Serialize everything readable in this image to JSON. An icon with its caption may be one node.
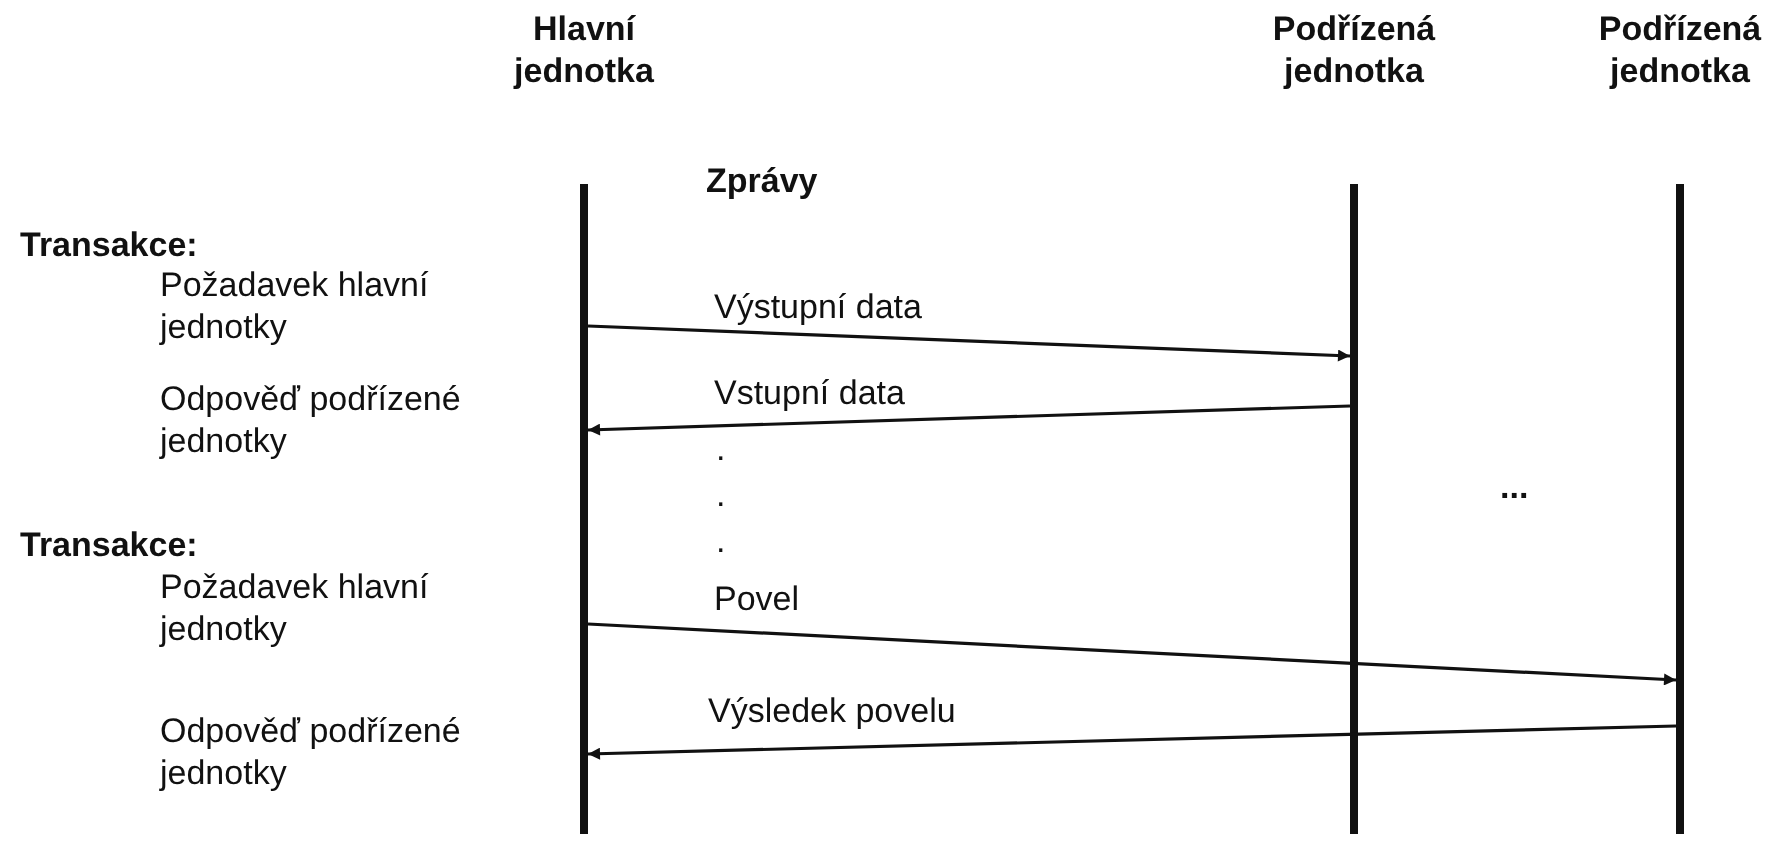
{
  "diagram": {
    "nodes": [
      {
        "text": [
          "Hlavní jednotka"
        ]
      },
      {
        "text": [
          "Podřízená jednotka"
        ]
      },
      {
        "text": [
          "Podřízená jednotka"
        ]
      }
    ],
    "edges": [
      {
        "from": 0,
        "to": 1,
        "arrow": "to",
        "label": "Výstupní data"
      },
      {
        "from": 1,
        "to": 0,
        "arrow": "to",
        "label": "Vstupní data"
      },
      {
        "from": 0,
        "to": 2,
        "arrow": "to",
        "label": "Povel"
      },
      {
        "from": 2,
        "to": 0,
        "arrow": "to",
        "label": "Výsledek povelu"
      }
    ],
    "labels": [
      "Zprávy",
      "Transakce:",
      "Požadavek hlavní jednotky",
      "Odpověď podřízené jednotky",
      ".",
      ".",
      "...",
      ".",
      "Transakce:",
      "Požadavek hlavní jednotky",
      "Odpověď podřízené jednotky"
    ]
  }
}
